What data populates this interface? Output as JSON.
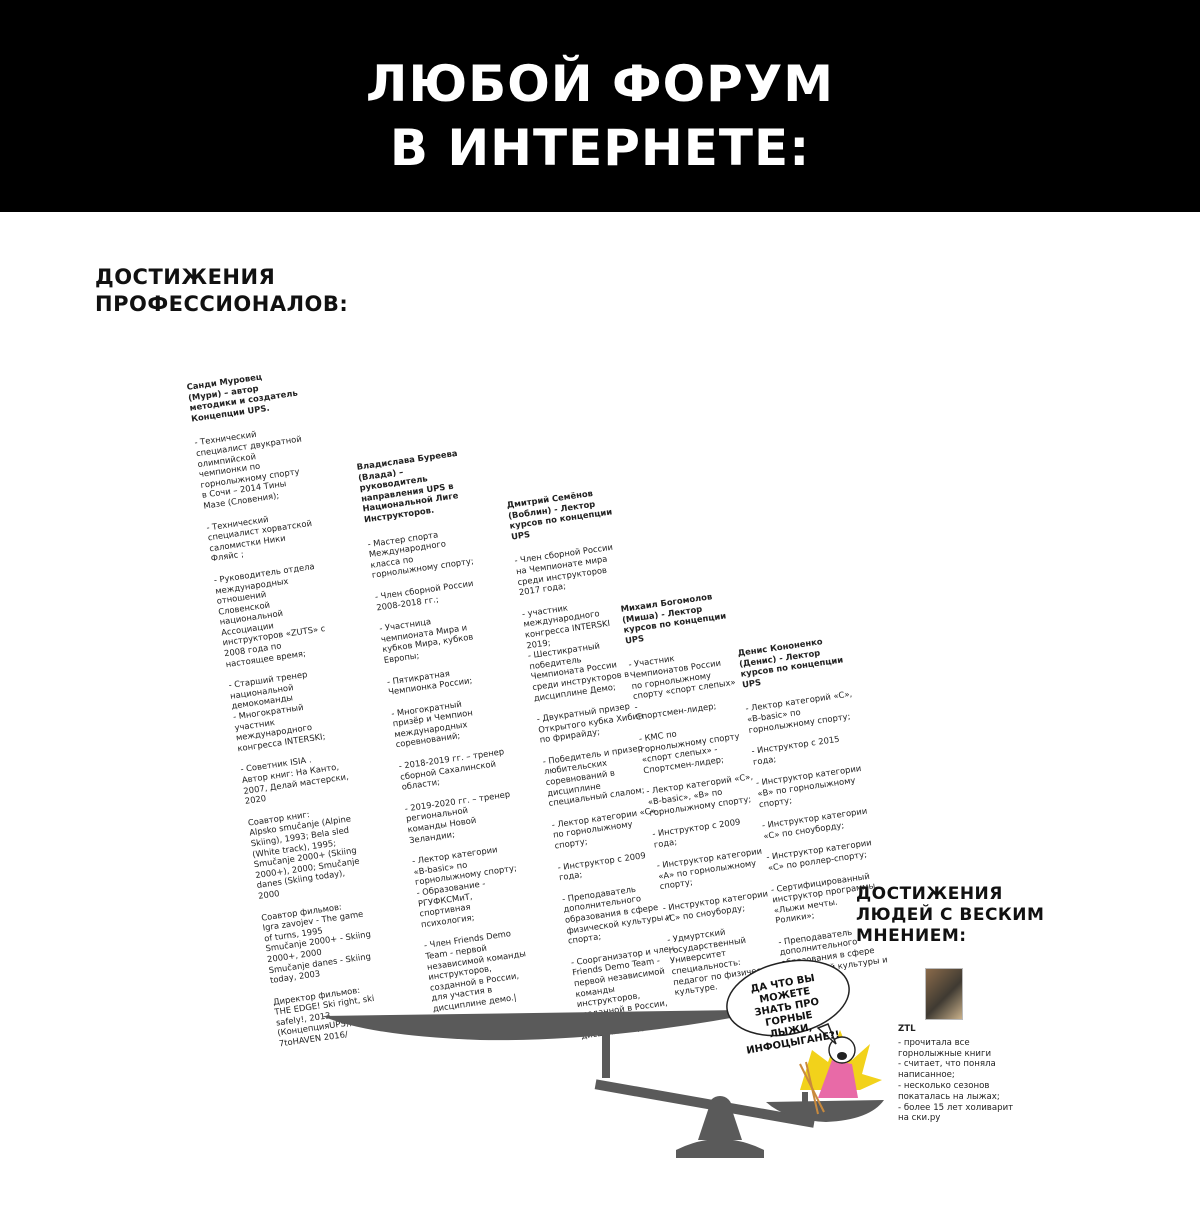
{
  "header": {
    "line1": "ЛЮБОЙ ФОРУМ",
    "line2": "В ИНТЕРНЕТЕ:"
  },
  "pros_title": {
    "line1": "ДОСТИЖЕНИЯ",
    "line2": "ПРОФЕССИОНАЛОВ:"
  },
  "people_title": {
    "line1": "ДОСТИЖЕНИЯ",
    "line2": "ЛЮДЕЙ С ВЕСКИМ",
    "line3": "МНЕНИЕМ:"
  },
  "columns": [
    {
      "name": "Санди Муровец\n(Мури) – автор\nметодики и создатель\nКонцепции UPS.",
      "items": [
        "- Технический\nспециалист двукратной\nолимпийской\nчемпионки по\nгорнолыжному спорту\nв Сочи – 2014 Тины\nМазе (Словения);",
        "- Технический\nспециалист хорватской\nсаломистки Ники\nФляйс ;",
        "- Руководитель отдела\nмеждународных\nотношений\nСловенской\nнациональной\nАссоциации\nинструкторов «ZUTS» с\n2008 года по\nнастоящее время;",
        "- Старший тренер\nнациональной\nдемокоманды\n- Многократный\nучастник\nмеждународного\nконгресса INTERSKI;",
        "- Советник ISIA .\nАвтор книг: На Канто,\n2007, Делай мастерски,\n2020",
        "Соавтор книг:\nAlpsko smučanje (Alpine\nSkiing), 1993; Bela sled\n(White track), 1995;\nSmučanje 2000+ (Skiing\n2000+), 2000; Smučanje\ndanes (Skiing today),\n2000",
        "Соавтор фильмов:\nIgra zavojev - The game\nof turns, 1995\nSmučanje 2000+ - Skiing\n2000+, 2000\nSmučanje danes - Skiing\ntoday, 2003",
        "Директор фильмов:\nTHE EDGE! Ski right, ski\nsafely!, 2013\n(КонцепцияUPS);\n7toHAVEN 2016/"
      ]
    },
    {
      "name": "Владислава Буреева\n(Влада) –\nруководитель\nнаправления UPS в\nНациональной Лиге\nИнструкторов.",
      "items": [
        "- Мастер спорта\nМеждународного\nкласса по\nгорнолыжному спорту;",
        "- Член сборной России\n2008-2018 гг.;",
        "- Участница\nчемпионата Мира и\nкубков Мира, кубков\nЕвропы;",
        "- Пятикратная\nЧемпионка России;",
        "- Многократный\nпризёр и Чемпион\nмеждународных\nсоревнований;",
        "- 2018-2019 гг. – тренер\nсборной Сахалинской\nобласти;",
        "- 2019-2020 гг. – тренер\nрегиональной\nкоманды Новой\nЗеландии;",
        "- Лектор категории\n«B-basic» по\nгорнолыжному спорту;\n- Образование -\nРГУФКСМиТ,\nспортивная\nпсихология;",
        "- Член Friends Demo\nTeam - первой\nнезависимой команды\nинструкторов,\nсозданной в России,\nдля участия в\nдисциплине демо.|"
      ]
    },
    {
      "name": "Дмитрий Семёнов\n(Воблин) - Лектор\nкурсов по концепции\nUPS",
      "items": [
        "- Член сборной России\nна Чемпионате мира\nсреди инструкторов\n2017 года;",
        "- участник\nмеждународного\nконгресса INTERSKI\n2019;\n- Шестикратный\nпобедитель\nЧемпионата России\nсреди инструкторов в\nдисциплине Демо;",
        "- Двукратный призер\nОткрытого кубка Хибин\nпо фрирайду;",
        "- Победитель и призер\nлюбительских\nсоревнований в\nдисциплине\nспециальный слалом;",
        "- Лектор категории «С»\nпо горнолыжному\nспорту;",
        "- Инструктор с 2009\nгода;",
        "- Преподаватель\nдополнительного\nобразования в сфере\nфизической культуры и\nспорта;",
        "- Соорганизатор и член\nFriends Demo Team -\nпервой независимой\nкоманды\nинструкторов,\nсозданной в России,\nдля участия в\nдисциплине демо."
      ]
    },
    {
      "name": "Михаил Богомолов\n(Миша) - Лектор\nкурсов по концепции\nUPS",
      "items": [
        "- Участник\nЧемпионатов России\nпо горнолыжному\nспорту «спорт слепых»\n-\nСпортсмен-лидер;",
        "- КМС по\nгорнолыжному спорту\n«спорт слепых» -\nСпортсмен-лидер;",
        "- Лектор категорий «С»,\n«B-basic», «B» по\nгорнолыжному спорту;",
        "- Инструктор с 2009\nгода;",
        "- Инструктор категории\n«А» по горнолыжному\nспорту;",
        "- Инструктор категории\n«С» по сноуборду;",
        "- Удмуртский\nгосударственный\nУниверситет\nспециальность:\nпедагог по физической\nкультуре."
      ]
    },
    {
      "name": "Денис Кононенко\n(Денис) - Лектор\nкурсов по концепции\nUPS",
      "items": [
        "- Лектор категорий «С»,\n«B-basic» по\nгорнолыжному спорту;",
        "- Инструктор с 2015\nгода;",
        "- Инструктор категории\n«В» по горнолыжному\nспорту;",
        "- Инструктор категории\n«С» по сноуборду;",
        "- Инструктор категории\n«С» по роллер-спорту;",
        "- Сертифицированный\nинструктор программы\n«Лыжи мечты.\nРолики»;",
        "- Преподаватель\nдополнительного\nобразования в сфере\nфизической культуры и\nспорта."
      ]
    }
  ],
  "bubble": {
    "text": "ДА ЧТО ВЫ МОЖЕТЕ\nЗНАТЬ ПРО ГОРНЫЕ\nЛЫЖИ, ИНФОЦЫГАНЕ?!"
  },
  "ztl": {
    "nick": "ZTL",
    "items": [
      "- прочитала все\nгорнолыжные книги",
      "- считает, что поняла\nнаписанное;",
      "- несколько сезонов\nпокаталась на лыжах;",
      "- более 15 лет холиварит\nна ски.ру"
    ]
  },
  "colors": {
    "header_bg": "#000000",
    "scale": "#5a5a5a",
    "spark": "#f2d21b"
  }
}
